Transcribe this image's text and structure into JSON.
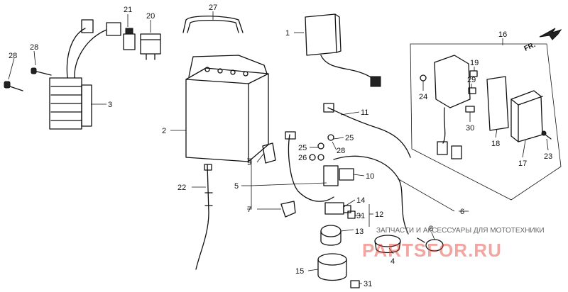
{
  "direction_marker": {
    "text": "FR."
  },
  "watermark": {
    "caption": "ЗАПЧАСТИ И АКСЕССУАРЫ ДЛЯ МОТОТЕХНИКИ",
    "logo": "PARTSFOR.RU"
  },
  "callouts": [
    {
      "id": "c1",
      "text": "1"
    },
    {
      "id": "c2",
      "text": "2"
    },
    {
      "id": "c3",
      "text": "3"
    },
    {
      "id": "c4",
      "text": "4"
    },
    {
      "id": "c5",
      "text": "5"
    },
    {
      "id": "c6",
      "text": "6"
    },
    {
      "id": "c7",
      "text": "7"
    },
    {
      "id": "c8",
      "text": "8"
    },
    {
      "id": "c9",
      "text": "9"
    },
    {
      "id": "c10",
      "text": "10"
    },
    {
      "id": "c11",
      "text": "11"
    },
    {
      "id": "c12",
      "text": "12"
    },
    {
      "id": "c13",
      "text": "13"
    },
    {
      "id": "c14",
      "text": "14"
    },
    {
      "id": "c15",
      "text": "15"
    },
    {
      "id": "c16",
      "text": "16"
    },
    {
      "id": "c17",
      "text": "17"
    },
    {
      "id": "c18",
      "text": "18"
    },
    {
      "id": "c19",
      "text": "19"
    },
    {
      "id": "c20",
      "text": "20"
    },
    {
      "id": "c21",
      "text": "21"
    },
    {
      "id": "c22",
      "text": "22"
    },
    {
      "id": "c23",
      "text": "23"
    },
    {
      "id": "c24",
      "text": "24"
    },
    {
      "id": "c25a",
      "text": "25"
    },
    {
      "id": "c25b",
      "text": "25"
    },
    {
      "id": "c26",
      "text": "26"
    },
    {
      "id": "c27",
      "text": "27"
    },
    {
      "id": "c28a",
      "text": "28"
    },
    {
      "id": "c28b",
      "text": "28"
    },
    {
      "id": "c28c",
      "text": "28"
    },
    {
      "id": "c29",
      "text": "29"
    },
    {
      "id": "c30",
      "text": "30"
    },
    {
      "id": "c31a",
      "text": "31"
    },
    {
      "id": "c31b",
      "text": "31"
    }
  ]
}
